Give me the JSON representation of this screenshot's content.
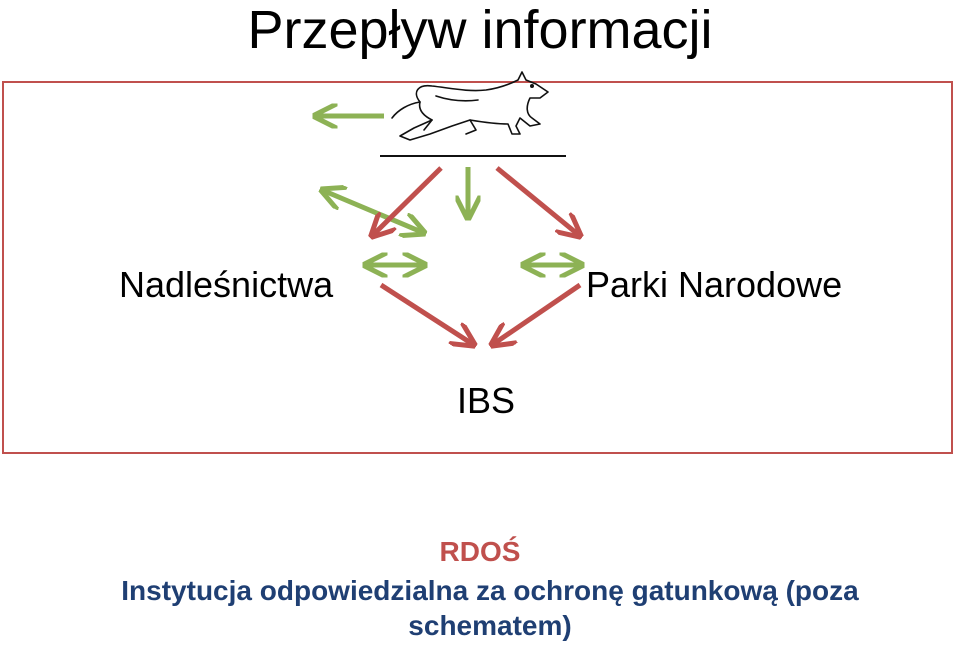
{
  "title": "Przepływ informacji",
  "nodes": {
    "nadlesnictwa": "Nadleśnictwa",
    "parki": "Parki Narodowe",
    "ibs": "IBS"
  },
  "footer": {
    "rdos": "RDOŚ",
    "institution": "Instytucja odpowiedzialna za ochronę gatunkową (poza schematem)"
  },
  "colors": {
    "red_arrow": "#c0504d",
    "green_arrow": "#8db255",
    "frame": "#c0504d",
    "institution_text": "#1f3f73"
  },
  "icons": [
    "wolf-icon"
  ]
}
